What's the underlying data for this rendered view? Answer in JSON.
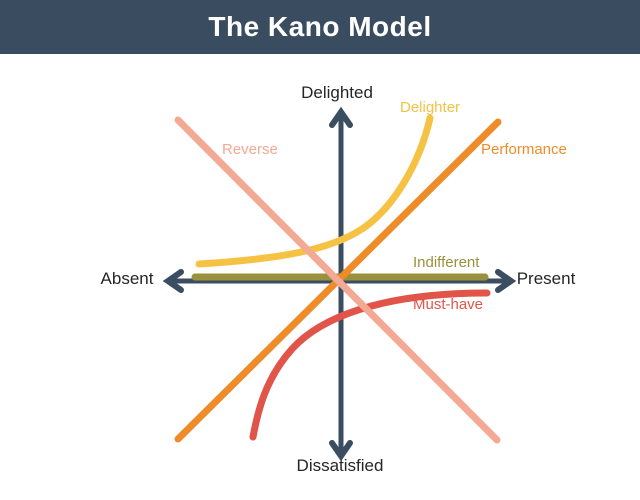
{
  "header": {
    "title": "The Kano Model"
  },
  "colors": {
    "header_bg": "#3A4D60",
    "axis": "#3B4D61",
    "axis_label_text": "#262626",
    "background": "#ffffff"
  },
  "diagram": {
    "axis_labels": {
      "top": "Delighted",
      "bottom": "Dissatisfied",
      "left": "Absent",
      "right": "Present"
    },
    "curves": {
      "delighter": {
        "label": "Delighter",
        "color": "#F6C243",
        "shape": "exponential rising curve, upper area"
      },
      "performance": {
        "label": "Performance",
        "color": "#EE8C2A",
        "shape": "straight diagonal rising left-bottom to right-top"
      },
      "reverse": {
        "label": "Reverse",
        "color": "#F3A993",
        "shape": "straight diagonal falling left-top to right-bottom"
      },
      "indifferent": {
        "label": "Indifferent",
        "color": "#99913D",
        "shape": "flat horizontal line at axis level"
      },
      "must_have": {
        "label": "Must-have",
        "color": "#E15449",
        "shape": "logarithmic curve rising from bottom, flattening below axis"
      }
    }
  }
}
